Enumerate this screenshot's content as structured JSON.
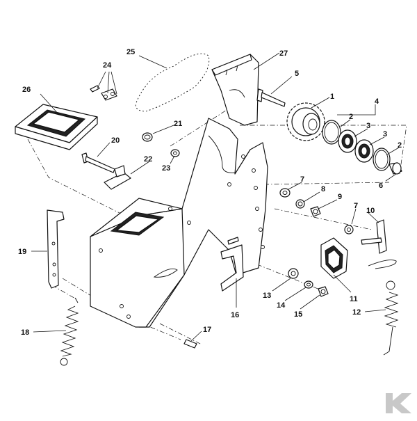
{
  "diagram": {
    "callouts": [
      {
        "id": "c1",
        "text": "1"
      },
      {
        "id": "c2a",
        "text": "2"
      },
      {
        "id": "c2b",
        "text": "2"
      },
      {
        "id": "c3a",
        "text": "3"
      },
      {
        "id": "c3b",
        "text": "3"
      },
      {
        "id": "c4",
        "text": "4"
      },
      {
        "id": "c5",
        "text": "5"
      },
      {
        "id": "c6",
        "text": "6"
      },
      {
        "id": "c7a",
        "text": "7"
      },
      {
        "id": "c7b",
        "text": "7"
      },
      {
        "id": "c8",
        "text": "8"
      },
      {
        "id": "c9",
        "text": "9"
      },
      {
        "id": "c10",
        "text": "10"
      },
      {
        "id": "c11",
        "text": "11"
      },
      {
        "id": "c12",
        "text": "12"
      },
      {
        "id": "c13",
        "text": "13"
      },
      {
        "id": "c14",
        "text": "14"
      },
      {
        "id": "c15",
        "text": "15"
      },
      {
        "id": "c16",
        "text": "16"
      },
      {
        "id": "c17",
        "text": "17"
      },
      {
        "id": "c18",
        "text": "18"
      },
      {
        "id": "c19",
        "text": "19"
      },
      {
        "id": "c20",
        "text": "20"
      },
      {
        "id": "c21",
        "text": "21"
      },
      {
        "id": "c22",
        "text": "22"
      },
      {
        "id": "c23",
        "text": "23"
      },
      {
        "id": "c24",
        "text": "24"
      },
      {
        "id": "c25",
        "text": "25"
      },
      {
        "id": "c26",
        "text": "26"
      },
      {
        "id": "c27",
        "text": "27"
      }
    ]
  }
}
